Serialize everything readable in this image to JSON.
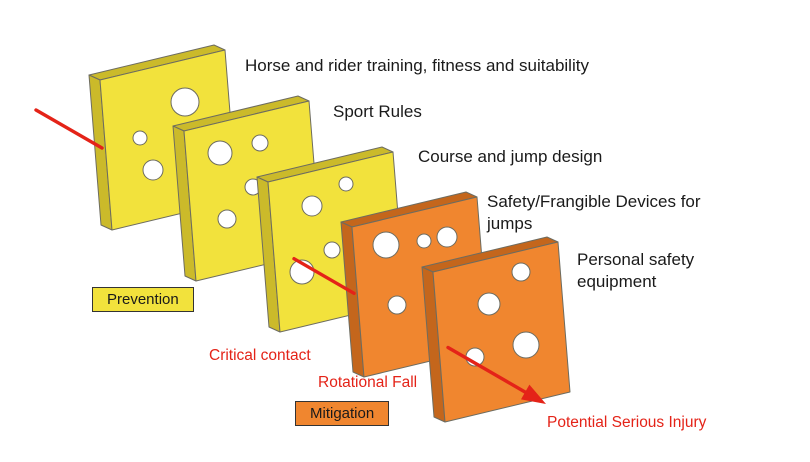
{
  "diagram": {
    "model": "swiss-cheese-safety-layers",
    "layers": [
      {
        "id": "training",
        "label": "Horse and rider training, fitness and suitability",
        "group": "prevention"
      },
      {
        "id": "sport-rules",
        "label": "Sport Rules",
        "group": "prevention"
      },
      {
        "id": "course-design",
        "label": "Course and jump design",
        "group": "prevention"
      },
      {
        "id": "frangible-devices",
        "label": "Safety/Frangible Devices for jumps",
        "group": "mitigation"
      },
      {
        "id": "personal-equipment",
        "label": "Personal safety equipment",
        "group": "mitigation"
      }
    ],
    "legend": [
      {
        "id": "prevention",
        "label": "Prevention",
        "color": "#F2E23C"
      },
      {
        "id": "mitigation",
        "label": "Mitigation",
        "color": "#F0862F"
      }
    ],
    "annotations": [
      {
        "id": "critical-contact",
        "label": "Critical contact"
      },
      {
        "id": "rotational-fall",
        "label": "Rotational Fall"
      },
      {
        "id": "potential-serious-injury",
        "label": "Potential Serious Injury"
      }
    ],
    "colors": {
      "prevention_fill": "#F2E23C",
      "prevention_side": "#CBBA2A",
      "mitigation_fill": "#F0862F",
      "mitigation_side": "#C4661C",
      "outline": "#6d6c60",
      "hole_fill": "#ffffff",
      "arrow": "#e42318",
      "annotation": "#e42318",
      "text": "#1a1a1a",
      "background": "#ffffff",
      "legend_border": "#333333"
    }
  }
}
